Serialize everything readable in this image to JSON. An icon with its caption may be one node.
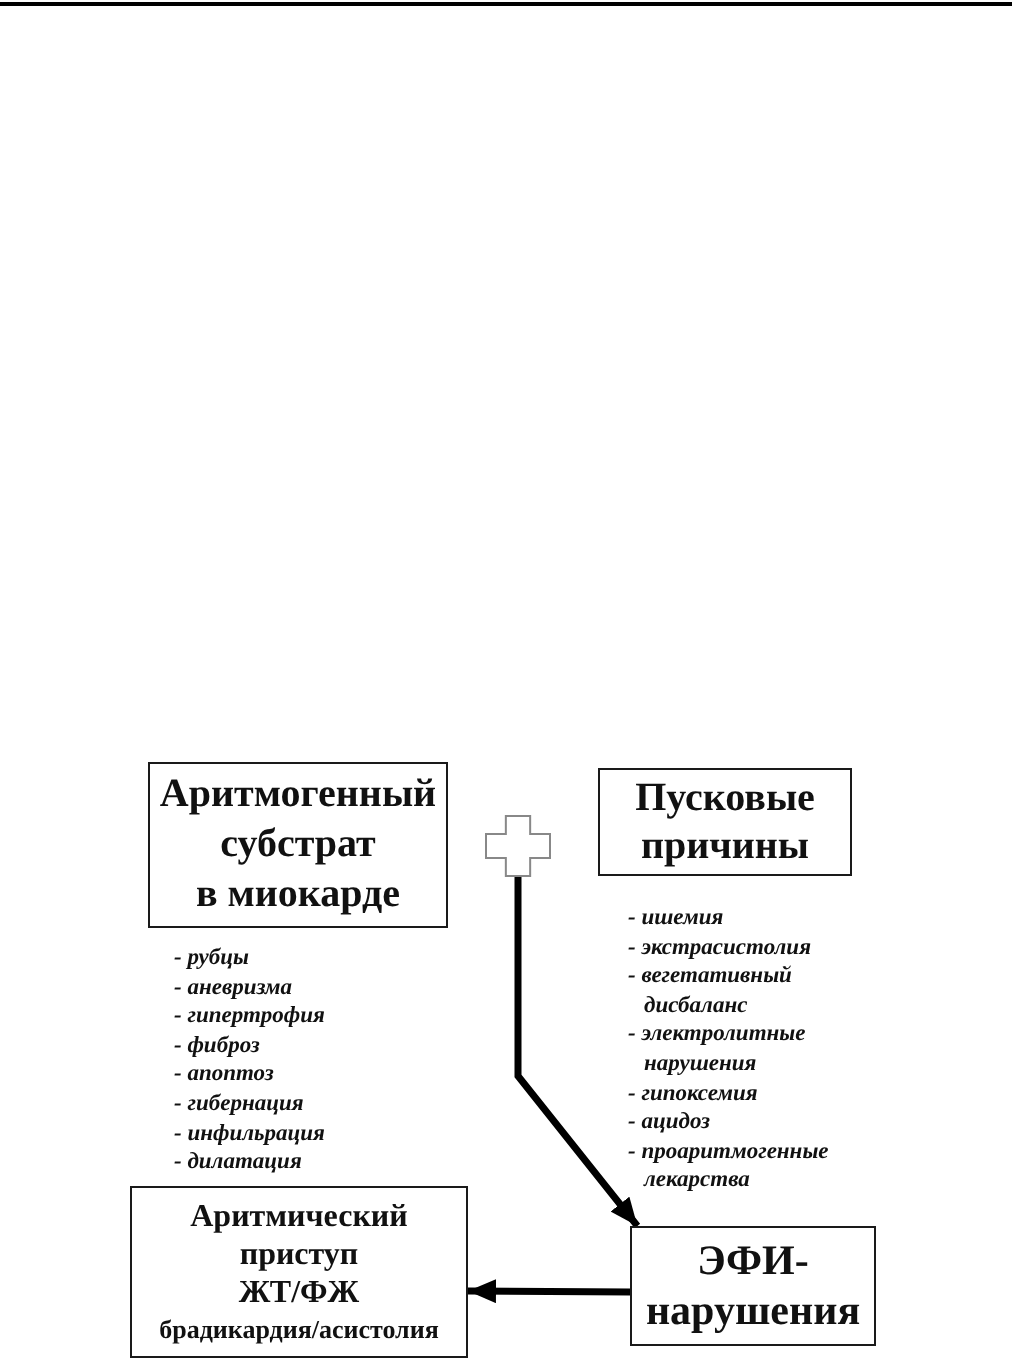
{
  "diagram": {
    "nodes": [
      {
        "text": [
          "Аритмогенный субстрат в миокарде"
        ],
        "beside": [
          "- рубцы",
          "- аневризма",
          "- гипертрофия",
          "- фиброз",
          "- апоптоз",
          "- гибернация",
          "- инфильрация",
          "- дилатация"
        ]
      },
      {
        "text": [],
        "shape": "cross"
      },
      {
        "text": [
          "Пусковые причины"
        ],
        "beside": [
          "- ишемия",
          "- экстрасистолия",
          "- вегетативный дисбаланс",
          "- электролитные нарушения",
          "- гипоксемия",
          "- ацидоз",
          "- проаритмогенные лекарства"
        ]
      },
      {
        "text": [
          "Аритмический приступ",
          "ЖТ/ФЖ",
          "брадикардия/асистолия"
        ]
      },
      {
        "text": [
          "ЭФИ-нарушения"
        ]
      }
    ],
    "edges": [
      {
        "from": 1,
        "to": 4,
        "arrow": "to"
      },
      {
        "from": 4,
        "to": 3,
        "arrow": "to"
      }
    ]
  }
}
